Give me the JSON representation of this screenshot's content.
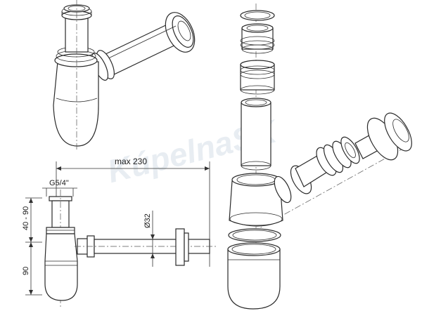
{
  "watermark": "KúpelnaSK",
  "dimensions": {
    "max_length": "max 230",
    "thread": "G5/4\"",
    "pipe_diameter": "Ø32",
    "height_upper": "40 - 90",
    "height_lower": "90"
  },
  "colors": {
    "line": "#2a2a2a",
    "watermark": "#e8edf2",
    "background": "#ffffff"
  }
}
